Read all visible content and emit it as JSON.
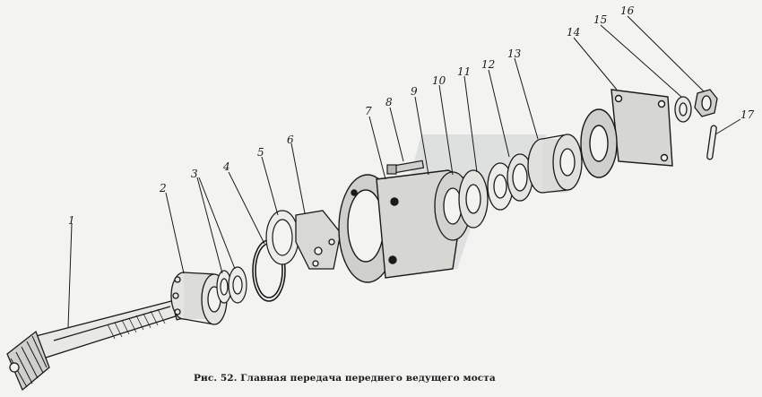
{
  "figure": {
    "caption": "Рис. 52. Главная передача переднего ведущего моста",
    "part_labels": [
      "1",
      "2",
      "3",
      "4",
      "5",
      "6",
      "7",
      "8",
      "9",
      "10",
      "11",
      "12",
      "13",
      "14",
      "15",
      "16",
      "17"
    ]
  },
  "colors": {
    "ink": "#1a1a1a",
    "paper": "#f3f3f1",
    "watermark": "#d8dcdc"
  }
}
